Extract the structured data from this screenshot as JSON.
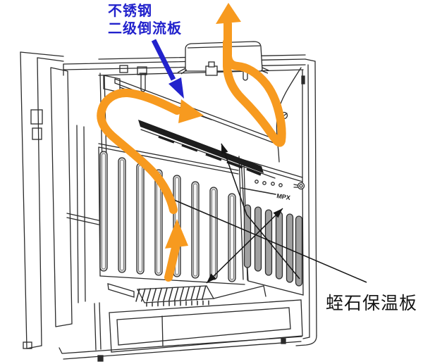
{
  "diagram": {
    "title_labels": {
      "secondary_baffle": {
        "line1": "不锈钢",
        "line2": "二级倒流板",
        "color": "#2222cc"
      },
      "vermiculite_board": {
        "text": "蛭石保温板",
        "color": "#141414"
      }
    },
    "panel_mark": "MPX",
    "colors": {
      "flow": "#F79A1F",
      "pointer": "#2222CC",
      "line_art": "#2b2b2b",
      "leader": "#151515",
      "hatch": "#1d1d1d"
    },
    "icons": {
      "flow_arrows": "smoke-flow-arrows",
      "pointer_arrow": "baffle-pointer-arrow"
    }
  }
}
